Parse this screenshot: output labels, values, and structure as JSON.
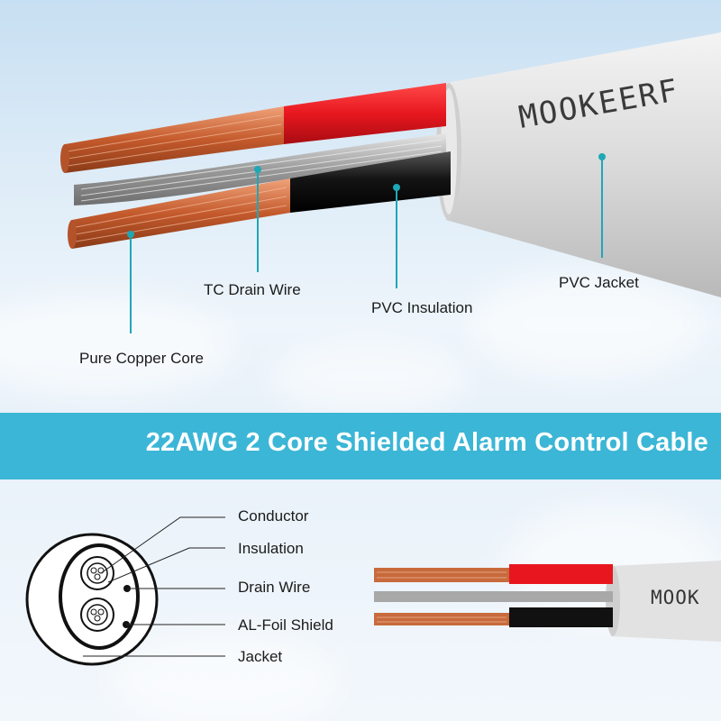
{
  "brand": {
    "cable_print_top": "MOOKEERF",
    "cable_print_bottom": "MOOK"
  },
  "top_labels": {
    "tc_drain_wire": "TC Drain Wire",
    "pvc_insulation": "PVC Insulation",
    "pvc_jacket": "PVC Jacket",
    "pure_copper_core": "Pure Copper Core"
  },
  "banner": {
    "title": "22AWG 2 Core Shielded Alarm Control Cable"
  },
  "cross_section": {
    "labels": [
      "Conductor",
      "Insulation",
      "Drain Wire",
      "AL-Foil Shield",
      "Jacket"
    ]
  },
  "colors": {
    "accent": "#1fa7b6",
    "banner": "#3bb6d6",
    "red_insulation": "#e8171f",
    "black_insulation": "#111111",
    "jacket_grey": "#d9d9d9",
    "copper": "#c86a3c"
  },
  "icons": [
    "cable-photo-icon",
    "cable-cross-section-icon"
  ]
}
